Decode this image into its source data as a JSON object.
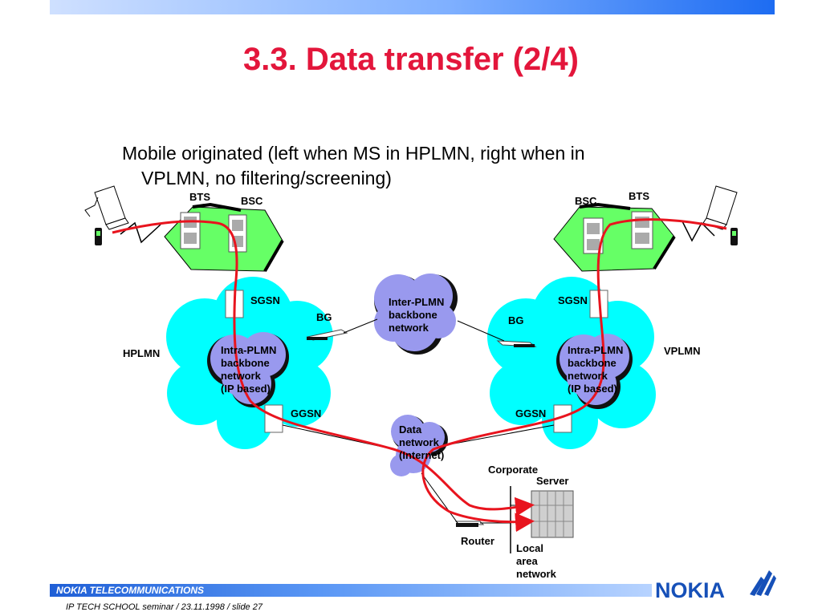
{
  "slide": {
    "title": "3.3. Data transfer (2/4)",
    "subtitle_line1": "Mobile originated (left when MS in HPLMN, right when in",
    "subtitle_line2": "VPLMN, no filtering/screening)"
  },
  "diagram": {
    "left": {
      "bts": "BTS",
      "bsc": "BSC",
      "sgsn": "SGSN",
      "bg": "BG",
      "network": "HPLMN",
      "backbone": [
        "Intra-PLMN",
        "backbone",
        "network",
        "(IP based)"
      ],
      "ggsn": "GGSN"
    },
    "right": {
      "bts": "BTS",
      "bsc": "BSC",
      "sgsn": "SGSN",
      "bg": "BG",
      "network": "VPLMN",
      "backbone": [
        "Intra-PLMN",
        "backbone",
        "network",
        "(IP based)"
      ],
      "ggsn": "GGSN"
    },
    "inter_plmn": [
      "Inter-PLMN",
      "backbone",
      "network"
    ],
    "data_network": [
      "Data",
      "network",
      "(Internet)"
    ],
    "corporate": "Corporate",
    "server": "Server",
    "router": "Router",
    "lan": [
      "Local",
      "area",
      "network"
    ]
  },
  "colors": {
    "title": "#e3163b",
    "cloud_cyan": "#00ffff",
    "cloud_purple": "#9999ee",
    "bss_green": "#66ff66",
    "path_red": "#e8141e"
  },
  "footer": {
    "company": "NOKIA TELECOMMUNICATIONS",
    "seminar": "IP TECH SCHOOL seminar / 23.11.1998  /  slide  27",
    "logo": "NOKIA"
  }
}
